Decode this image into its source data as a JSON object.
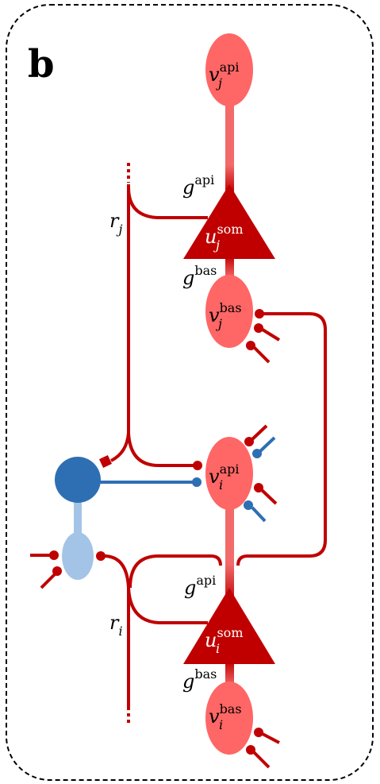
{
  "panel_label": "b",
  "labels": {
    "v": "v",
    "u": "u",
    "g": "g",
    "r": "r",
    "sub_j": "j",
    "sub_i": "i",
    "api": "api",
    "bas": "bas",
    "som": "som"
  },
  "colors": {
    "frame": "#000000",
    "pyramidal_soma": "#c00000",
    "dendrite_compartment": "#ff6666",
    "dendrite_shaft": "#f26a6a",
    "red_connection": "#c00000",
    "interneuron_soma": "#2e6fb3",
    "interneuron_dendrite": "#a3c4e6",
    "blue_connection": "#2e6fb3",
    "text_on_compartment": "#000000",
    "text_on_soma": "#ffffff"
  }
}
